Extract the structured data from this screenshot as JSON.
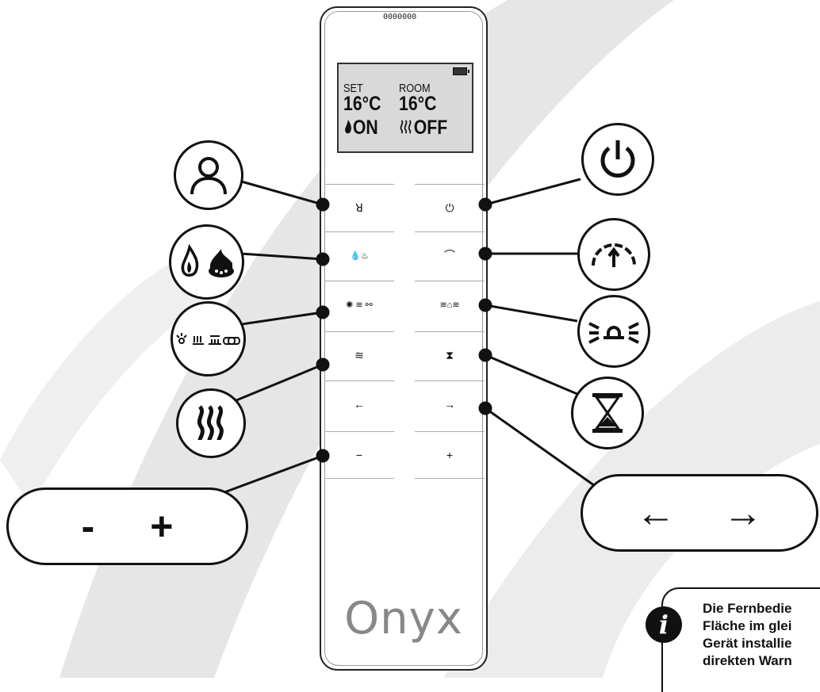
{
  "remote": {
    "ir_window": "0000000",
    "lcd": {
      "set_label": "SET",
      "room_label": "ROOM",
      "set_temp": "16°C",
      "room_temp": "16°C",
      "flame_state": "ON",
      "heat_state": "OFF"
    },
    "buttons": {
      "user": "ꓤ",
      "power": "⏻",
      "flame_ember": "💧♨",
      "lights": "✺ ≋ ⚯",
      "eco": "⌒",
      "dimmer": "≋⌂≋",
      "heat": "≋",
      "timer": "⧗",
      "left": "←",
      "right": "→",
      "minus": "−",
      "plus": "+"
    },
    "logo": "Onyx"
  },
  "callouts": {
    "minus_plus": [
      "-",
      "+"
    ],
    "arrows": [
      "←",
      "→"
    ]
  },
  "note": {
    "lines": [
      "Die Fernbedie",
      "Fläche im glei",
      "Gerät installie",
      "direkten Warn"
    ]
  },
  "icons": [
    "user-icon",
    "power-icon",
    "flame-icon",
    "ember-bed-icon",
    "lights-icon",
    "eco-gauge-icon",
    "dimmer-icon",
    "heat-icon",
    "hourglass-icon",
    "info-icon"
  ]
}
